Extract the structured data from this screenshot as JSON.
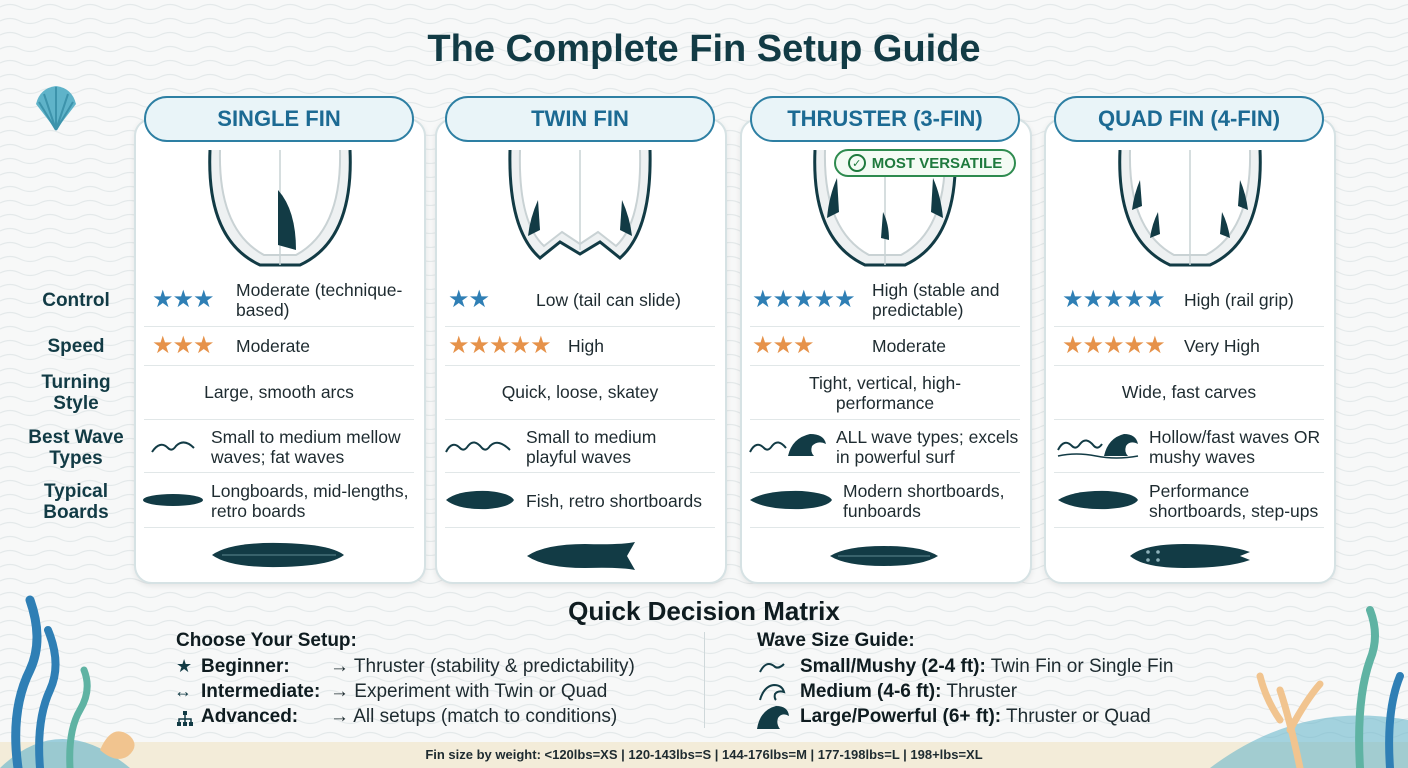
{
  "title": "The Complete Fin Setup Guide",
  "row_labels": {
    "control": "Control",
    "speed": "Speed",
    "turning": [
      "Turning",
      "Style"
    ],
    "wave": [
      "Best Wave",
      "Types"
    ],
    "boards": [
      "Typical",
      "Boards"
    ]
  },
  "cards": [
    {
      "name": "SINGLE FIN",
      "control_stars": 3,
      "control": "Moderate (technique-based)",
      "speed_stars": 3,
      "speed": "Moderate",
      "turning": "Large, smooth arcs",
      "wave": "Small to medium mellow waves; fat waves",
      "boards": "Longboards, mid-lengths, retro boards"
    },
    {
      "name": "TWIN FIN",
      "control_stars": 2,
      "control": "Low (tail can slide)",
      "speed_stars": 5,
      "speed": "High",
      "turning": "Quick, loose, skatey",
      "wave": "Small to medium playful waves",
      "boards": "Fish, retro shortboards"
    },
    {
      "name": "THRUSTER (3-FIN)",
      "badge": "MOST VERSATILE",
      "control_stars": 5,
      "control": "High (stable and predictable)",
      "speed_stars": 3,
      "speed": "Moderate",
      "turning": "Tight, vertical, high-performance",
      "wave": "ALL wave types; excels in powerful surf",
      "boards": "Modern shortboards, funboards"
    },
    {
      "name": "QUAD FIN (4-FIN)",
      "control_stars": 5,
      "control": "High (rail grip)",
      "speed_stars": 5,
      "speed": "Very High",
      "turning": "Wide, fast carves",
      "wave": "Hollow/fast waves OR mushy waves",
      "boards": "Performance shortboards, step-ups"
    }
  ],
  "matrix": {
    "title": "Quick Decision Matrix",
    "setup_heading": "Choose Your Setup:",
    "setup": [
      {
        "label": "Beginner:",
        "value": "→ Thruster (stability & predictability)",
        "icon": "star-icon"
      },
      {
        "label": "Intermediate:",
        "value": "→ Experiment with Twin or Quad",
        "icon": "arrows-icon"
      },
      {
        "label": "Advanced:",
        "value": "→ All setups (match to conditions)",
        "icon": "hierarchy-icon"
      }
    ],
    "wave_heading": "Wave Size Guide:",
    "waves": [
      {
        "label": "Small/Mushy (2-4 ft):",
        "value": " Twin Fin or Single Fin",
        "icon": "small-wave-icon"
      },
      {
        "label": "Medium (4-6 ft):",
        "value": " Thruster",
        "icon": "medium-wave-icon"
      },
      {
        "label": "Large/Powerful (6+ ft):",
        "value": " Thruster or Quad",
        "icon": "large-wave-icon"
      }
    ]
  },
  "footer": "Fin size by weight: <120lbs=XS | 120-143lbs=S | 144-176lbs=M | 177-198lbs=L | 198+lbs=XL",
  "colors": {
    "navy": "#123b45",
    "blue_star": "#2f7fb5",
    "orange_star": "#e6924a",
    "header_blue": "#1c6a93",
    "badge_green": "#1f7a3e"
  }
}
